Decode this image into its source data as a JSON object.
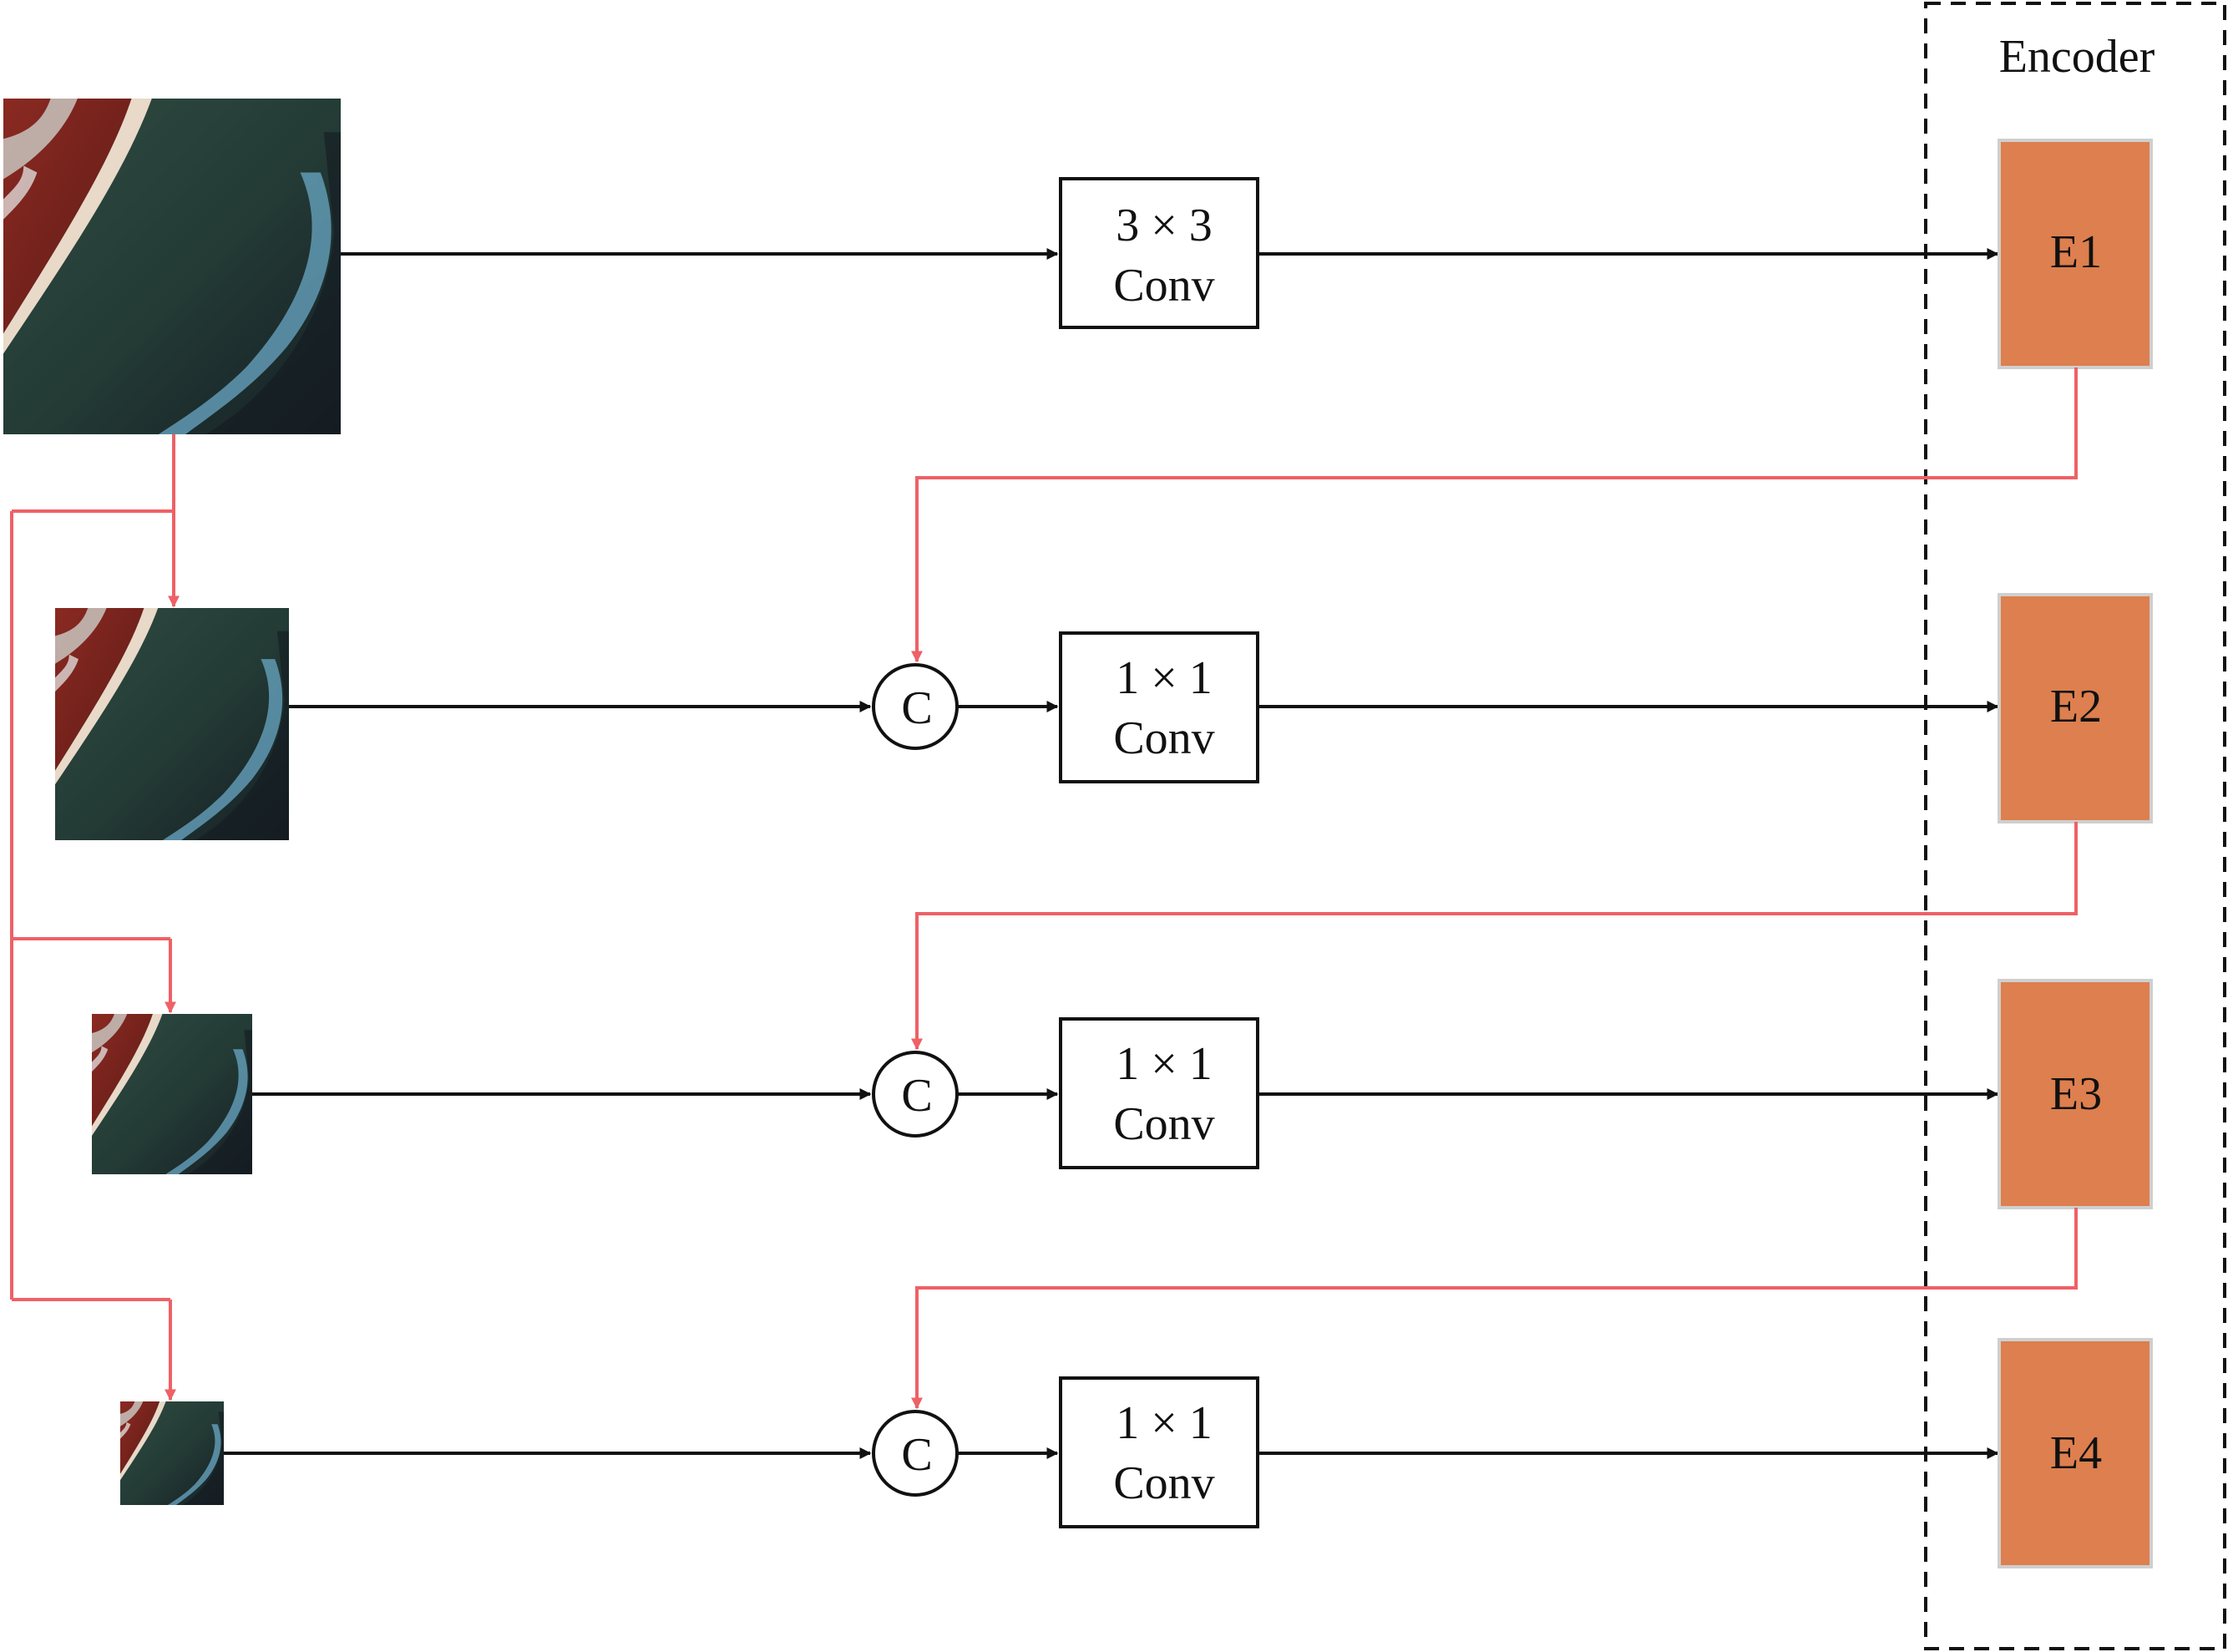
{
  "encoder": {
    "title": "Encoder",
    "blocks": [
      {
        "label": "E1"
      },
      {
        "label": "E2"
      },
      {
        "label": "E3"
      },
      {
        "label": "E4"
      }
    ]
  },
  "conv_blocks": [
    {
      "kernel": "3 × 3",
      "name": "Conv"
    },
    {
      "kernel": "1 × 1",
      "name": "Conv"
    },
    {
      "kernel": "1 × 1",
      "name": "Conv"
    },
    {
      "kernel": "1 × 1",
      "name": "Conv"
    }
  ],
  "concat_nodes": [
    {
      "label": "C"
    },
    {
      "label": "C"
    },
    {
      "label": "C"
    }
  ],
  "input_images": [
    {
      "scale": "1"
    },
    {
      "scale": "1/2"
    },
    {
      "scale": "1/4"
    },
    {
      "scale": "1/8"
    }
  ],
  "colors": {
    "black_arrow": "#111111",
    "red_arrow": "#ee6166",
    "encoder_block": "#dd7f4e",
    "encoder_block_border": "#cfcfcf",
    "dashed_border": "#111111"
  }
}
